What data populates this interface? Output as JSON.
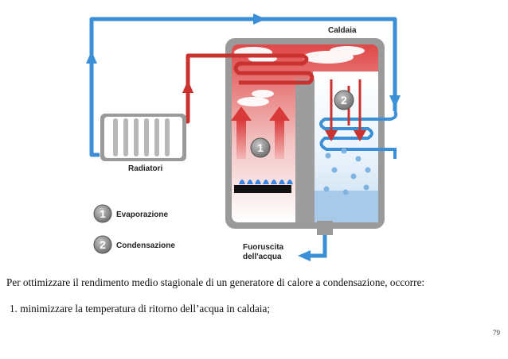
{
  "diagram": {
    "labels": {
      "boiler": "Caldaia",
      "radiators": "Radiatori",
      "water_outlet_line1": "Fuoruscita",
      "water_outlet_line2": "dell'acqua"
    },
    "legend": [
      {
        "number": "1",
        "label": "Evaporazione"
      },
      {
        "number": "2",
        "label": "Condensazione"
      }
    ],
    "colors": {
      "hot_pipe": "#c9322f",
      "cold_pipe": "#3b8fd6",
      "flame": "#3a86e0",
      "boiler_frame": "#8a8a8a",
      "legend_badge": "#7a7a7a"
    }
  },
  "text": {
    "caption": "Per ottimizzare il rendimento medio stagionale di un generatore di calore a condensazione, occorre:",
    "list_items": [
      {
        "number": "1.",
        "text": "minimizzare la temperatura di ritorno dell’acqua in caldaia;"
      }
    ]
  },
  "page_number": "79"
}
